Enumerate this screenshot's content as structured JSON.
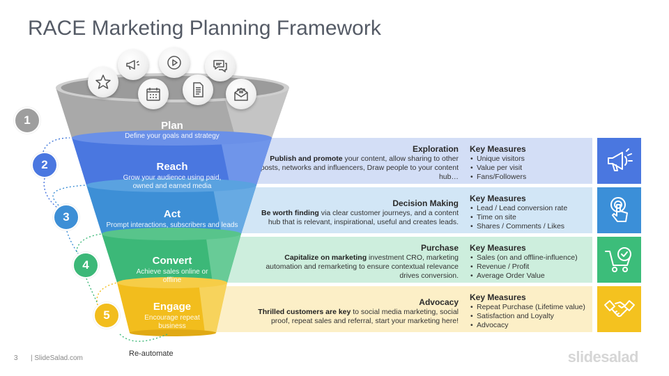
{
  "title": "RACE Marketing Planning Framework",
  "footer": {
    "page_number": "3",
    "brand": "| SlideSalad.com",
    "logo": "slidesalad"
  },
  "loop_label": "Re-automate",
  "stages": [
    {
      "number": "1",
      "name": "Plan",
      "subtitle": "Define your goals and strategy",
      "color": "#9e9e9e"
    },
    {
      "number": "2",
      "name": "Reach",
      "subtitle": "Grow your audience using paid, owned and earned media",
      "color": "#4a77e0",
      "band_color": "#d3def6",
      "icon_color": "#4a77e0",
      "section": "Exploration",
      "desc_bold": "Publish and promote",
      "desc_rest": " your content, allow sharing to other outposts, networks and influencers, Draw people to your content hub…",
      "measures_title": "Key Measures",
      "measures": [
        "Unique visitors",
        "Value per visit",
        "Fans/Followers"
      ]
    },
    {
      "number": "3",
      "name": "Act",
      "subtitle": "Prompt interactions, subscribers and leads",
      "color": "#3d8fd6",
      "band_color": "#d2e6f6",
      "icon_color": "#3b8fd8",
      "section": "Decision Making",
      "desc_bold": "Be worth finding",
      "desc_rest": " via clear customer journeys, and a content hub that is relevant, inspirational, useful and creates leads.",
      "measures_title": "Key Measures",
      "measures": [
        "Lead / Lead conversion rate",
        "Time on site",
        "Shares / Comments / Likes"
      ]
    },
    {
      "number": "4",
      "name": "Convert",
      "subtitle": "Achieve sales online or offline",
      "color": "#3cb878",
      "band_color": "#cdeedd",
      "icon_color": "#3cbd7a",
      "section": "Purchase",
      "desc_bold": "Capitalize on marketing",
      "desc_rest": " investment CRO, marketing automation and remarketing to ensure contextual relevance drives conversion.",
      "measures_title": "Key Measures",
      "measures": [
        "Sales (on and offline-influence)",
        "Revenue / Profit",
        "Average Order Value"
      ]
    },
    {
      "number": "5",
      "name": "Engage",
      "subtitle": "Encourage repeat business",
      "color": "#f2bd1d",
      "band_color": "#fcefc7",
      "icon_color": "#f4c21f",
      "section": "Advocacy",
      "desc_bold": "Thrilled customers are key",
      "desc_rest": " to social media marketing, social proof, repeat sales and referral, start your marketing here!",
      "measures_title": "Key Measures",
      "measures": [
        "Repeat Purchase (Lifetime value)",
        "Satisfaction and Loyalty",
        "Advocacy"
      ]
    }
  ],
  "funnel_icons": [
    "star-icon",
    "megaphone-icon",
    "calendar-icon",
    "play-icon",
    "document-icon",
    "chat-icon",
    "email-icon"
  ],
  "band_icons": [
    "megaphone-icon",
    "touch-icon",
    "cart-icon",
    "handshake-icon"
  ]
}
